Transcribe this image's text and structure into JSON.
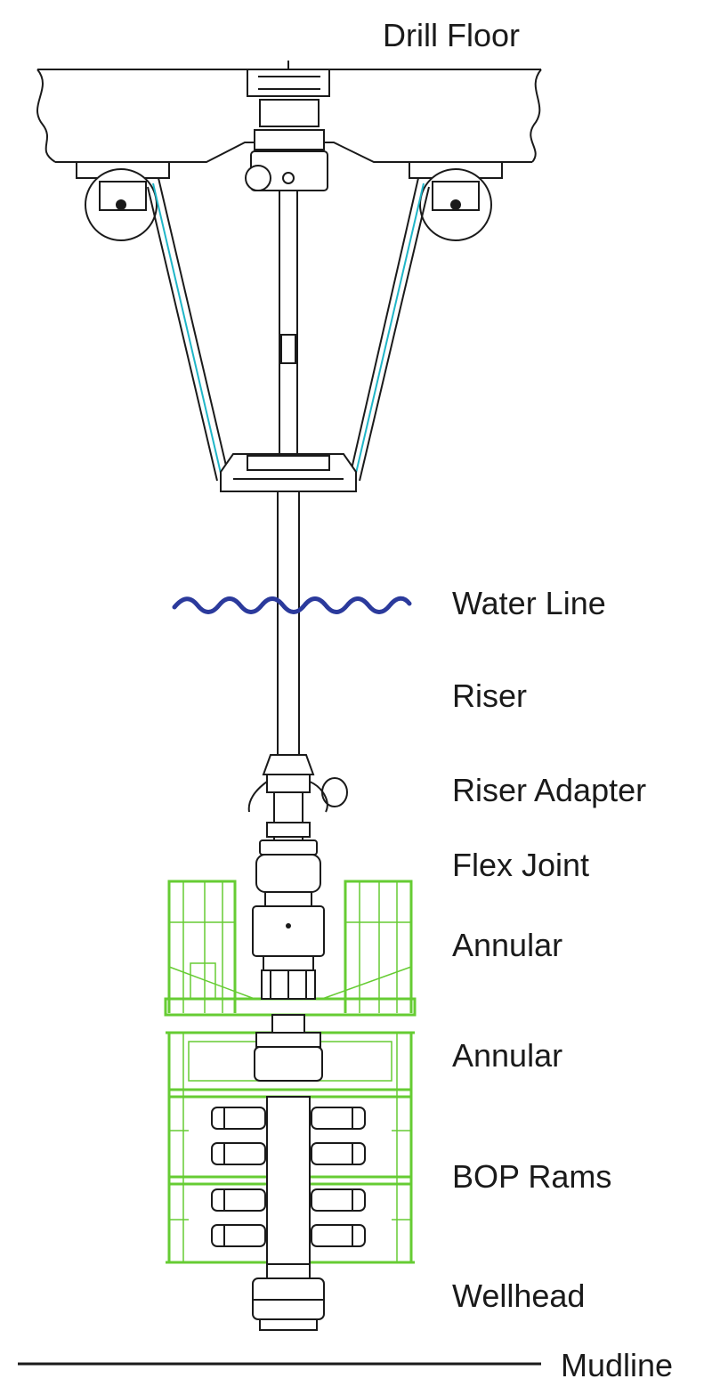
{
  "labels": {
    "drill_floor": "Drill Floor",
    "water_line": "Water Line",
    "riser": "Riser",
    "riser_adapter": "Riser Adapter",
    "flex_joint": "Flex Joint",
    "annular_upper": "Annular",
    "annular_lower": "Annular",
    "bop_rams": "BOP Rams",
    "wellhead": "Wellhead",
    "mudline": "Mudline"
  },
  "colors": {
    "line": "#1a1a1a",
    "frame": "#66cc33",
    "water": "#2b3a9c",
    "tensioner_line": "#1fb6c8"
  }
}
